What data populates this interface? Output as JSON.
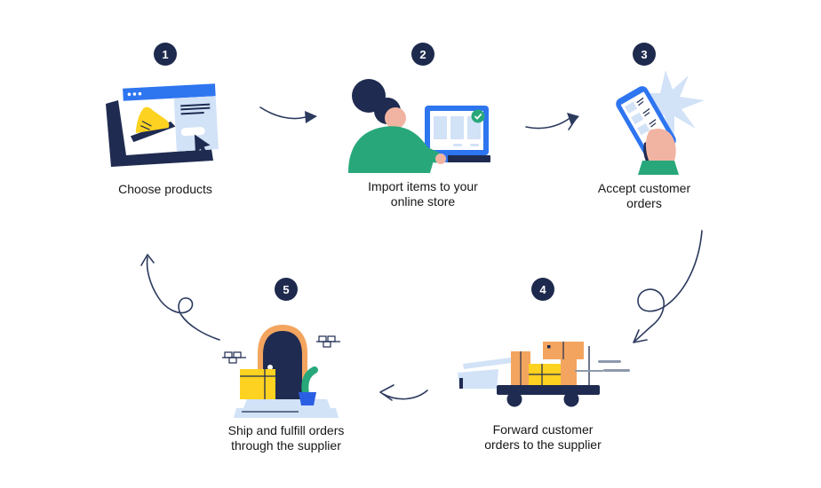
{
  "palette": {
    "navy": "#1f2b50",
    "blue": "#2e75f0",
    "light_blue": "#d2e2f7",
    "green": "#28a87a",
    "peach": "#f2b4a2",
    "yellow": "#fdd220",
    "orange": "#f3a55f",
    "gray": "#8e99ad",
    "arrow": "#2c3a5e",
    "text": "#161616",
    "badge_bg": "#1e2a4d",
    "badge_text": "#ffffff",
    "pot_blue": "#2b5fe3"
  },
  "steps": [
    {
      "number": "1",
      "label": "Choose products",
      "illustration": "browser-with-product"
    },
    {
      "number": "2",
      "label": "Import items to your online store",
      "illustration": "person-at-computer"
    },
    {
      "number": "3",
      "label": "Accept customer orders",
      "illustration": "hand-holding-phone"
    },
    {
      "number": "4",
      "label": "Forward customer orders to the supplier",
      "illustration": "delivery-cart-with-packages"
    },
    {
      "number": "5",
      "label": "Ship and fulfill orders through the supplier",
      "illustration": "supplier-door-with-package"
    }
  ],
  "connectors": [
    {
      "name": "arrow-step-1-to-2"
    },
    {
      "name": "arrow-step-2-to-3"
    },
    {
      "name": "arrow-step-3-to-4"
    },
    {
      "name": "arrow-step-4-to-5"
    },
    {
      "name": "arrow-step-5-restart"
    }
  ]
}
